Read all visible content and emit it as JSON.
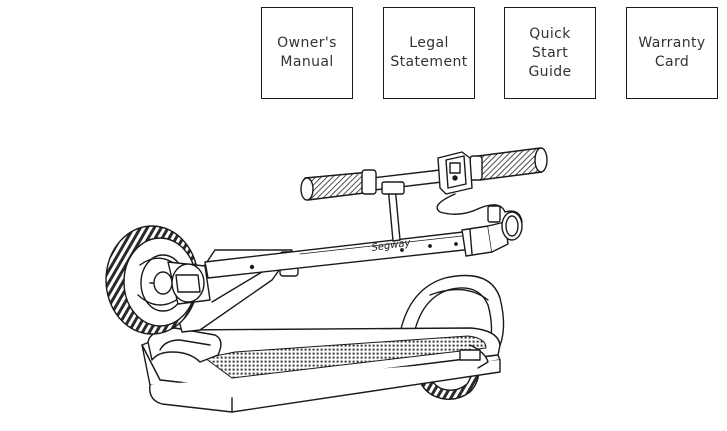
{
  "package_contents": [
    {
      "lines": [
        "Owner's",
        "Manual"
      ]
    },
    {
      "lines": [
        "Legal",
        "Statement"
      ]
    },
    {
      "lines": [
        "Quick",
        "Start",
        "Guide"
      ]
    },
    {
      "lines": [
        "Warranty",
        "Card"
      ]
    }
  ],
  "illustration": {
    "subject": "folded-kick-scooter",
    "brand_mark": "Segway"
  }
}
